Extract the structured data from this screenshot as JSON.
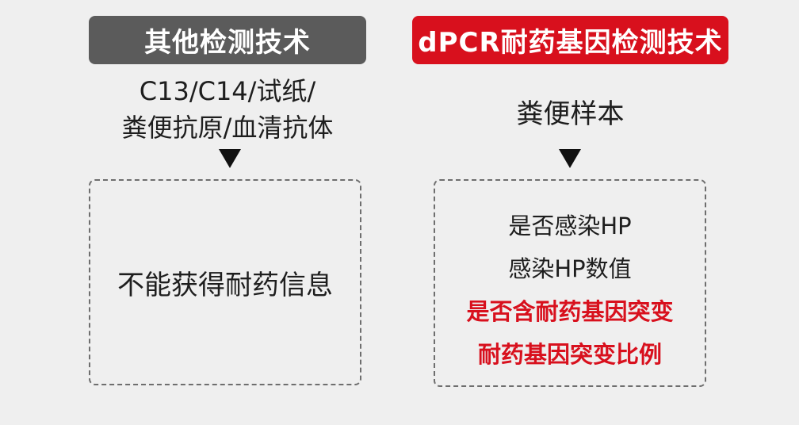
{
  "left": {
    "header": "其他检测技术",
    "sample_lines": [
      "C13/C14/试纸/",
      "粪便抗原/血清抗体"
    ],
    "result": "不能获得耐药信息"
  },
  "right": {
    "header": "dPCR耐药基因检测技术",
    "sample": "粪便样本",
    "results": [
      "是否感染HP",
      "感染HP数值",
      "是否含耐药基因突变",
      "耐药基因突变比例"
    ]
  },
  "colors": {
    "left_header_bg": "#5b5b5b",
    "right_header_bg": "#d8101d",
    "highlight_text": "#d8101d",
    "background": "#efefef"
  },
  "icons": {
    "arrow": "down-triangle-icon"
  }
}
